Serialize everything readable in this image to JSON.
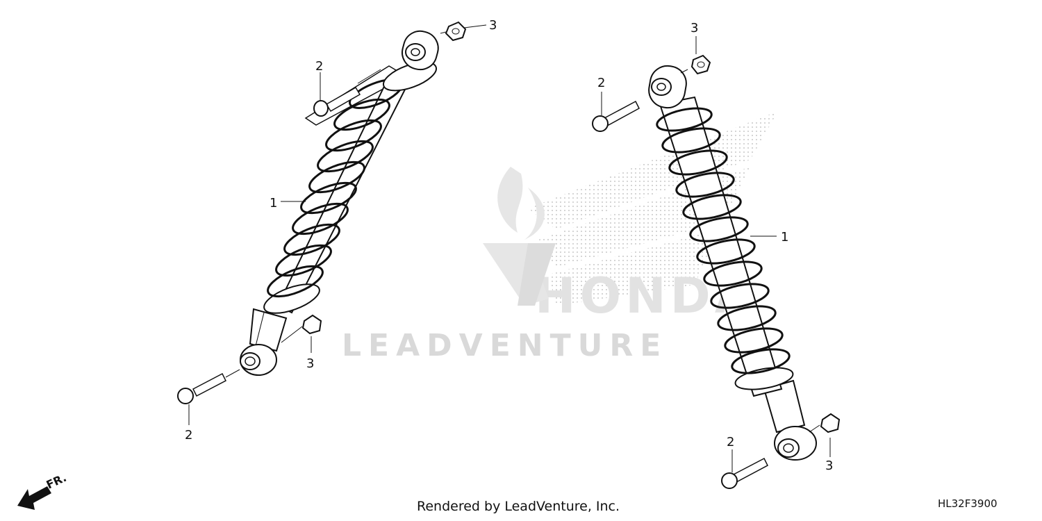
{
  "watermark": {
    "brand": "LEADVENTURE",
    "honda_text": "HONDA"
  },
  "callouts": {
    "left_shock": "1",
    "left_upper_bolt": "2",
    "left_upper_nut": "3",
    "left_lower_nut": "3",
    "left_lower_bolt": "2",
    "right_upper_nut": "3",
    "right_upper_bolt": "2",
    "right_shock": "1",
    "right_lower_bolt": "2",
    "right_lower_nut": "3"
  },
  "front_indicator": "FR.",
  "footer": {
    "credit": "Rendered by LeadVenture, Inc.",
    "diagram_code": "HL32F3900"
  }
}
